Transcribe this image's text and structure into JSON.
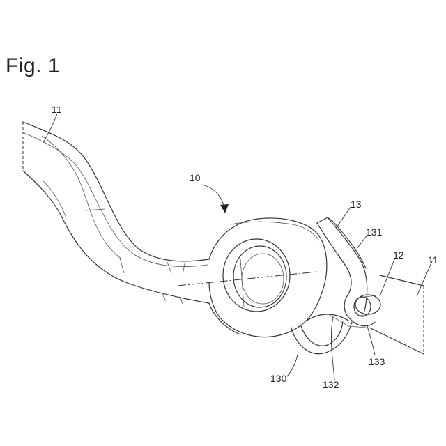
{
  "figure": {
    "title": "Fig. 1"
  },
  "labels": {
    "bar_left": "11",
    "assembly": "10",
    "clip": "13",
    "clip_tab": "131",
    "pin": "12",
    "bar_right": "11",
    "clip_loop": "130",
    "clip_inner": "132",
    "clip_hook": "133"
  }
}
